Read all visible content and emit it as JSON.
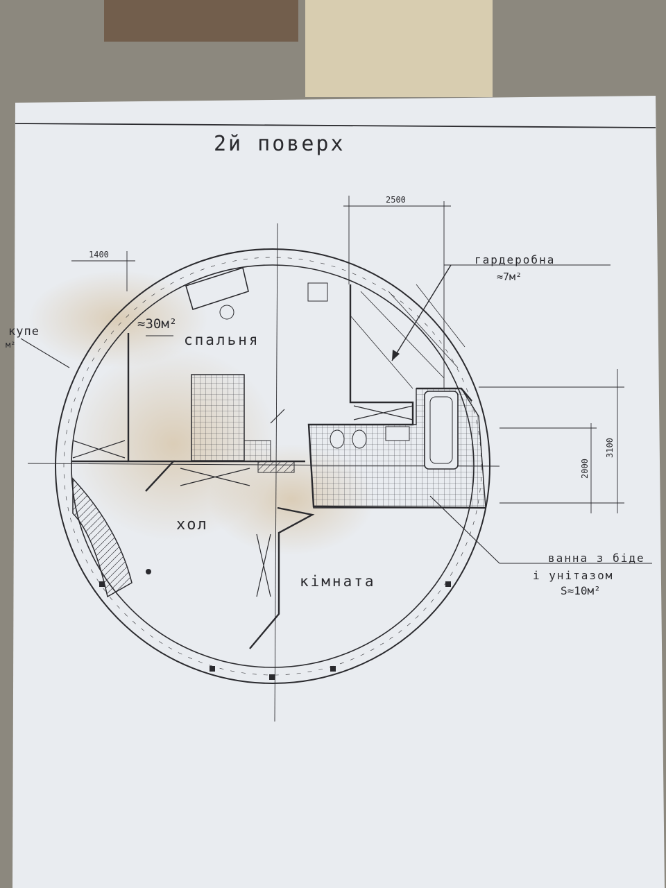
{
  "title": "2й поверх",
  "rooms": {
    "bedroom": "спальня",
    "bedroom_area": "≈30м²",
    "hall": "хол",
    "room": "кімната",
    "wardrobe": "гардеробна",
    "wardrobe_area": "≈7м²",
    "bathroom_line1": "ванна з біде",
    "bathroom_line2": "і унітазом",
    "bathroom_area": "S≈10м²",
    "kupe": "купе",
    "kupe_area": "м²"
  },
  "dimensions": {
    "d1": "1400",
    "d2": "2500",
    "d3": "2000",
    "d4": "3100"
  },
  "colors": {
    "paper": "#e9ecf0",
    "ink": "#2a2a2e",
    "stain": "#c9a772",
    "background": "#8f8a80"
  }
}
